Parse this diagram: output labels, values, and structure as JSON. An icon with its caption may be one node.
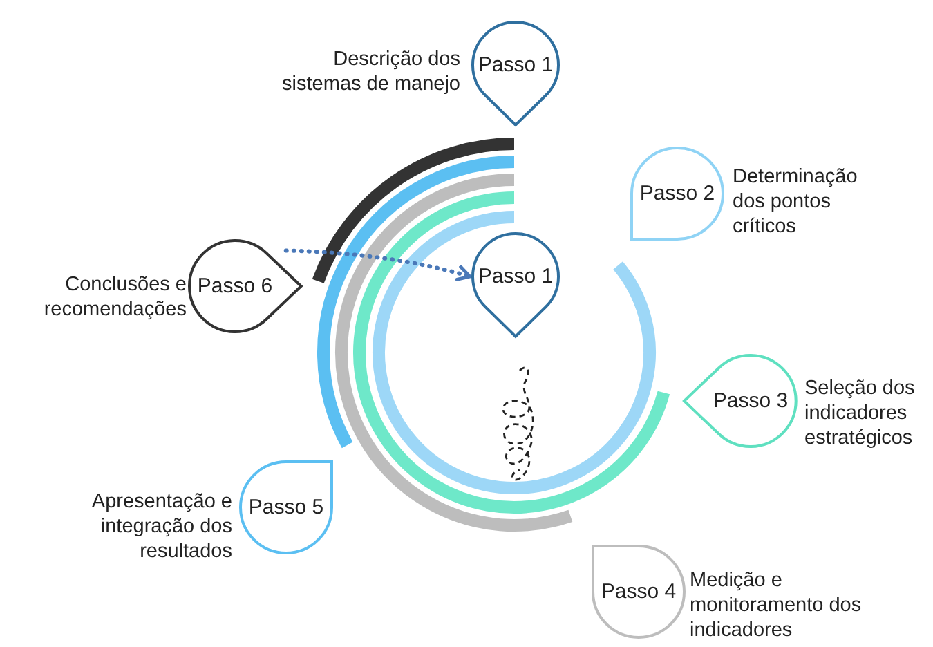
{
  "diagram": {
    "nodes": [
      {
        "text": [
          "Passo 1"
        ],
        "beside": [
          "Descrição dos sistemas de manejo"
        ]
      },
      {
        "text": [
          "Passo 2"
        ],
        "beside": [
          "Determinação dos pontos críticos"
        ]
      },
      {
        "text": [
          "Passo 3"
        ],
        "beside": [
          "Seleção dos indicadores estratégicos"
        ]
      },
      {
        "text": [
          "Passo 4"
        ],
        "beside": [
          "Medição e monitoramento dos indicadores"
        ]
      },
      {
        "text": [
          "Passo 5"
        ],
        "beside": [
          "Apresentação e integração dos resultados"
        ]
      },
      {
        "text": [
          "Passo 6"
        ],
        "beside": [
          "Conclusões e recomendações"
        ]
      },
      {
        "text": [
          "Passo 1"
        ]
      }
    ],
    "edges": [
      {
        "from": 5,
        "to": 6,
        "arrow": "to",
        "style": "dashed",
        "color": "#4a78b8"
      }
    ]
  }
}
